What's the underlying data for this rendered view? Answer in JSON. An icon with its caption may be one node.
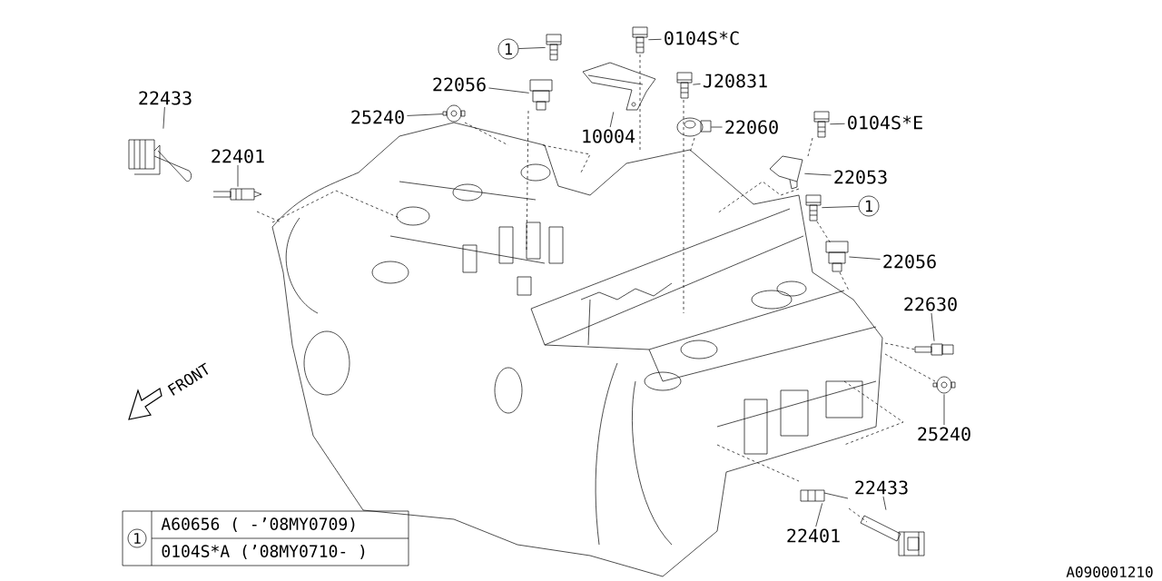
{
  "diagram": {
    "nodes": [
      {
        "text": [
          "22433"
        ]
      },
      {
        "text": [],
        "shape": "picture"
      },
      {
        "text": [
          "22401"
        ]
      },
      {
        "text": [],
        "shape": "picture"
      },
      {
        "text": [
          "1"
        ]
      },
      {
        "text": [],
        "shape": "picture"
      },
      {
        "text": [
          "22056"
        ]
      },
      {
        "text": [],
        "shape": "picture"
      },
      {
        "text": [
          "25240"
        ]
      },
      {
        "text": [],
        "shape": "picture"
      },
      {
        "text": [
          "10004"
        ]
      },
      {
        "text": [],
        "shape": "picture"
      },
      {
        "text": [
          "0104S*C"
        ]
      },
      {
        "text": [],
        "shape": "picture"
      },
      {
        "text": [
          "J20831"
        ]
      },
      {
        "text": [],
        "shape": "picture"
      },
      {
        "text": [
          "22060"
        ]
      },
      {
        "text": [],
        "shape": "picture"
      },
      {
        "text": [
          "0104S*E"
        ]
      },
      {
        "text": [],
        "shape": "picture"
      },
      {
        "text": [
          "22053"
        ]
      },
      {
        "text": [],
        "shape": "picture"
      },
      {
        "text": [
          "1"
        ]
      },
      {
        "text": [],
        "shape": "picture"
      },
      {
        "text": [
          "22056"
        ]
      },
      {
        "text": [],
        "shape": "picture"
      },
      {
        "text": [
          "22630"
        ]
      },
      {
        "text": [],
        "shape": "picture"
      },
      {
        "text": [
          "25240"
        ]
      },
      {
        "text": [],
        "shape": "picture"
      },
      {
        "text": [
          "22433"
        ]
      },
      {
        "text": [],
        "shape": "picture"
      },
      {
        "text": [
          "22401"
        ]
      },
      {
        "text": [],
        "shape": "picture"
      }
    ],
    "edges": [
      {
        "from": 0,
        "to": 1,
        "arrow": "none"
      },
      {
        "from": 2,
        "to": 3,
        "arrow": "none"
      },
      {
        "from": 4,
        "to": 5,
        "arrow": "none"
      },
      {
        "from": 6,
        "to": 7,
        "arrow": "none"
      },
      {
        "from": 8,
        "to": 9,
        "arrow": "none"
      },
      {
        "from": 10,
        "to": 11,
        "arrow": "none"
      },
      {
        "from": 12,
        "to": 13,
        "arrow": "none"
      },
      {
        "from": 14,
        "to": 15,
        "arrow": "none"
      },
      {
        "from": 16,
        "to": 17,
        "arrow": "none"
      },
      {
        "from": 18,
        "to": 19,
        "arrow": "none"
      },
      {
        "from": 20,
        "to": 21,
        "arrow": "none"
      },
      {
        "from": 22,
        "to": 23,
        "arrow": "none"
      },
      {
        "from": 24,
        "to": 25,
        "arrow": "none"
      },
      {
        "from": 26,
        "to": 27,
        "arrow": "none"
      },
      {
        "from": 28,
        "to": 29,
        "arrow": "none"
      },
      {
        "from": 30,
        "to": 31,
        "arrow": "none"
      },
      {
        "from": 32,
        "to": 33,
        "arrow": "none"
      }
    ],
    "labels": [
      "FRONT",
      "1",
      "A60656 ( -’08MY0709)",
      "0104S*A (’08MY0710- )",
      "A090001210"
    ]
  }
}
